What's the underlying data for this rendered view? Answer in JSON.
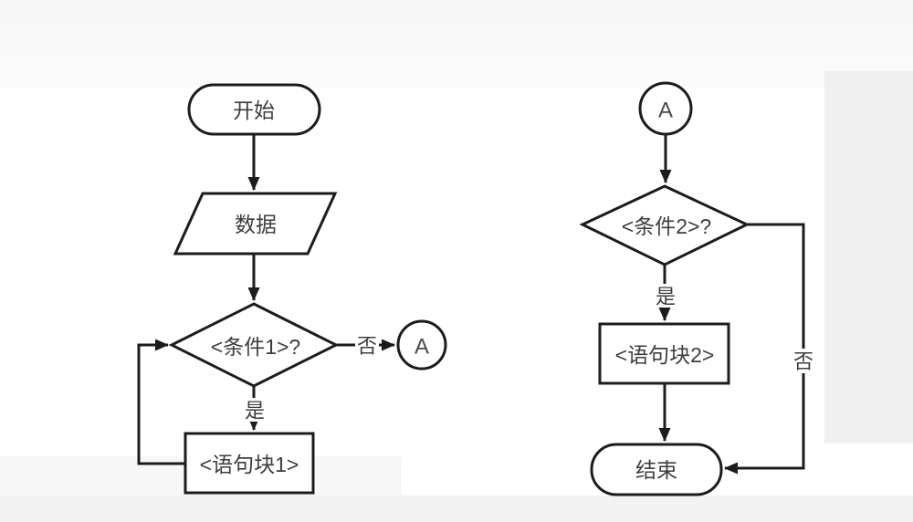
{
  "diagram": {
    "type": "flowchart",
    "colors": {
      "stroke": "#1c1c1c",
      "text": "#3d3d3d",
      "canvas": "#ffffff",
      "margin": "#f2f2f3"
    },
    "left_flow": {
      "start_label": "开始",
      "data_label": "数据",
      "condition_label": "<条件1>?",
      "no_label": "否",
      "connector_label": "A",
      "yes_label": "是",
      "block_label": "<语句块1>"
    },
    "right_flow": {
      "connector_label": "A",
      "condition_label": "<条件2>?",
      "yes_label": "是",
      "block_label": "<语句块2>",
      "no_label": "否",
      "end_label": "结束"
    }
  }
}
